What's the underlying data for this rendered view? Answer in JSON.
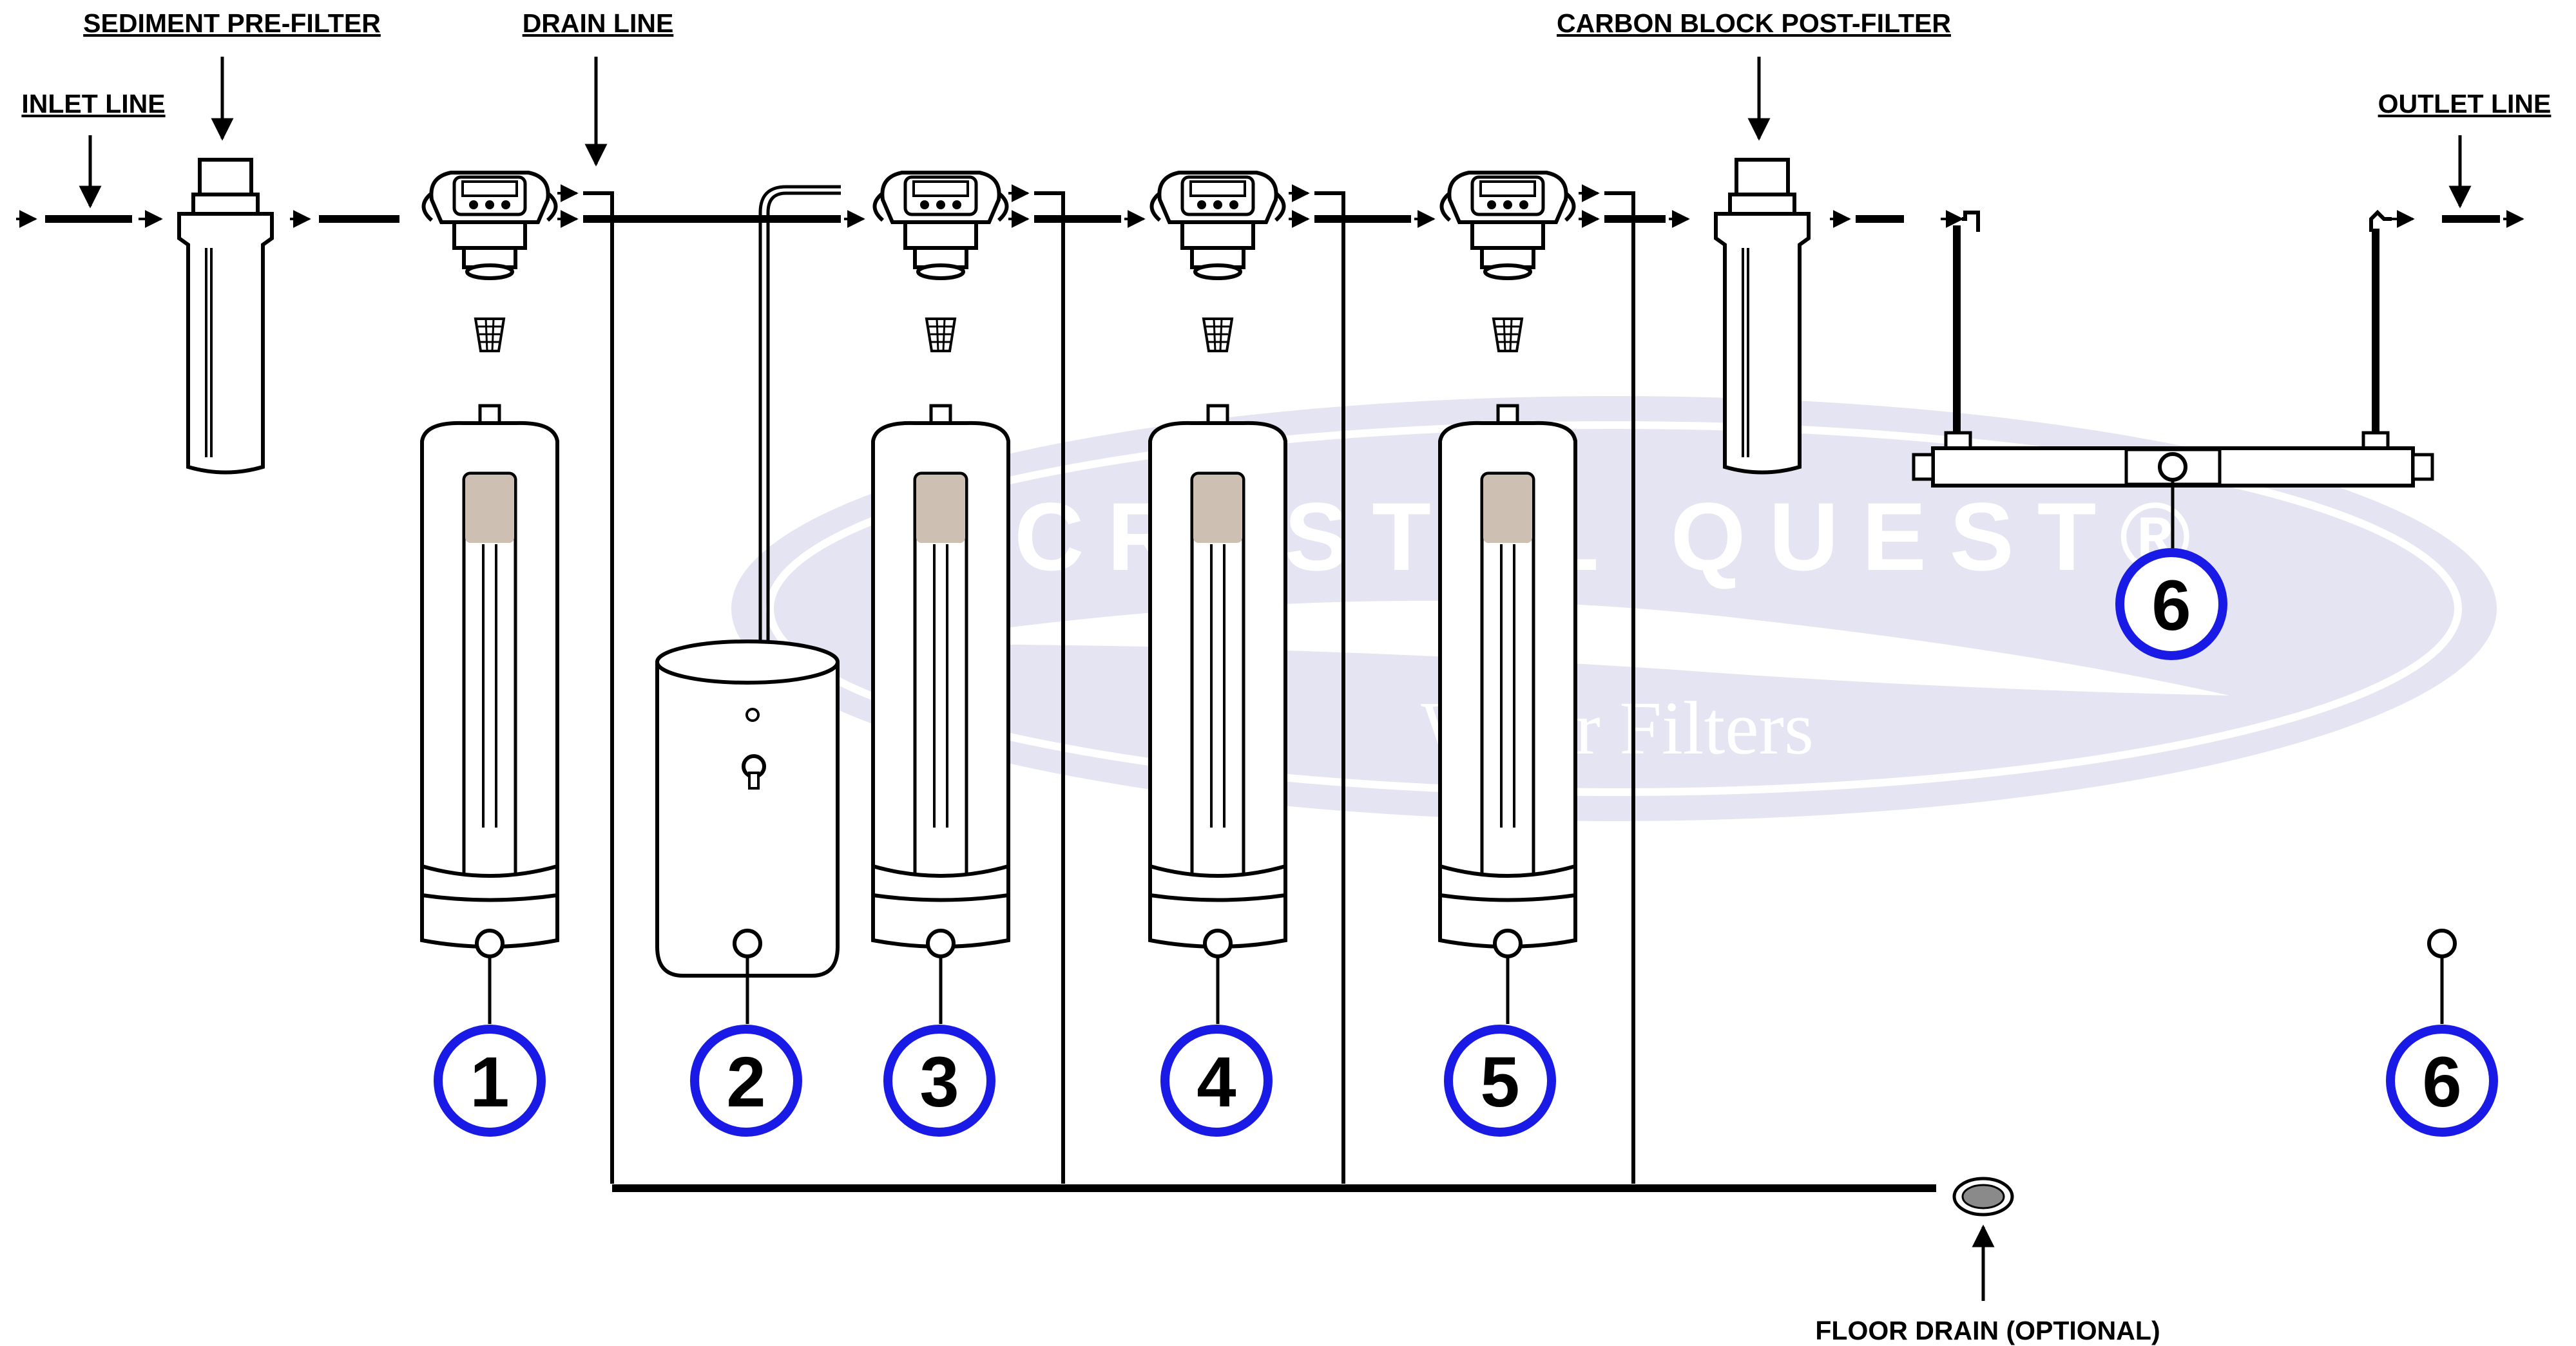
{
  "labels": {
    "inlet_line": "INLET LINE",
    "sediment_prefilter": "SEDIMENT PRE-FILTER",
    "drain_line": "DRAIN LINE",
    "carbon_block_postfilter": "CARBON BLOCK POST-FILTER",
    "outlet_line": "OUTLET LINE",
    "floor_drain": "FLOOR DRAIN (OPTIONAL)"
  },
  "watermark": {
    "title": "CRYSTAL QUEST®",
    "subtitle": "Water Filters"
  },
  "badges": [
    {
      "number": "1"
    },
    {
      "number": "2"
    },
    {
      "number": "3"
    },
    {
      "number": "4"
    },
    {
      "number": "5"
    },
    {
      "number": "6"
    },
    {
      "number": "6"
    }
  ],
  "colors": {
    "badge_ring": "#1a1ae6",
    "line": "#000000",
    "watermark": "#e4e4f2",
    "media": "#cdbfb2"
  }
}
